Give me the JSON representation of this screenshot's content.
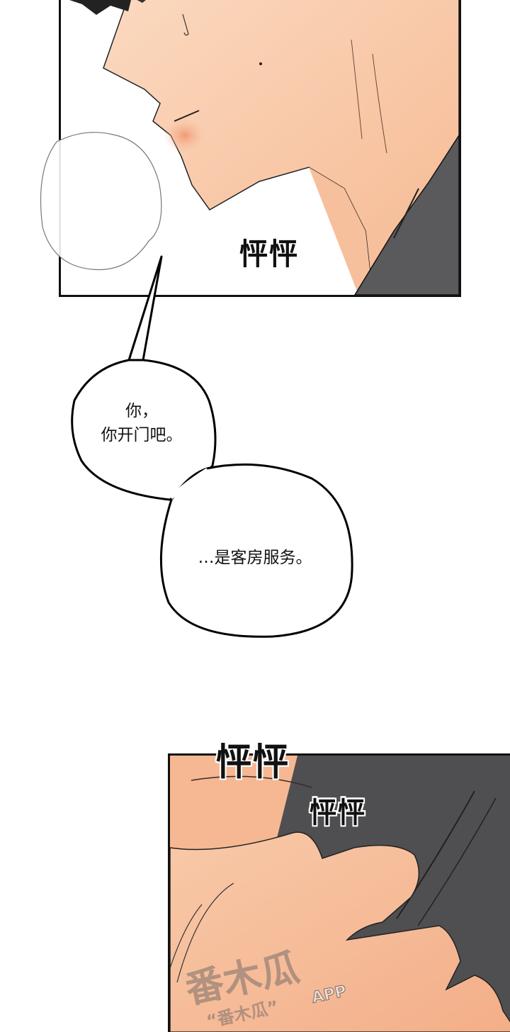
{
  "panel_top": {
    "sfx": "怦怦",
    "colors": {
      "skin": "#f9c9a6",
      "blush": "#f3a27c",
      "jacket": "#5a5a5c",
      "border": "#111111"
    }
  },
  "speech_bubbles": {
    "bubble_1": {
      "line_1": "你，",
      "line_2": "你开门吧。"
    },
    "bubble_2": {
      "text": "…是客房服务。"
    }
  },
  "panel_bottom": {
    "sfx_1": "怦怦",
    "sfx_2": "怦怦",
    "watermark": {
      "brand": "番木瓜",
      "subtitle": "“番木瓜”",
      "app": "APP"
    },
    "colors": {
      "skin": "#f6b794",
      "jacket": "#4f4f51"
    }
  }
}
